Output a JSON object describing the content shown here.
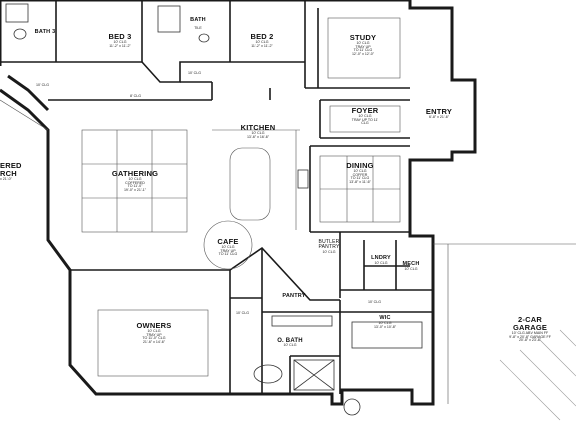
{
  "rooms": {
    "bath3": {
      "name": "BATH 3"
    },
    "bed3": {
      "name": "BED 3",
      "details": [
        "10' CLG",
        "11'-2\" x 11'-2\""
      ]
    },
    "bath2": {
      "name": "BATH",
      "note": "TILE"
    },
    "bed2": {
      "name": "BED 2",
      "details": [
        "10' CLG",
        "11'-2\" x 11'-2\""
      ]
    },
    "study": {
      "name": "STUDY",
      "details": [
        "10' CLG",
        "TRAY UP",
        "TO 11' CLG",
        "12'-0\" x 12'-0\""
      ]
    },
    "entry": {
      "name": "ENTRY",
      "details": [
        "6'-8\" x 21'-6\""
      ]
    },
    "foyer": {
      "name": "FOYER",
      "details": [
        "10' CLG",
        "TRAY UP TO 11'",
        "CLG"
      ]
    },
    "kitchen": {
      "name": "KITCHEN",
      "details": [
        "10' CLG",
        "13'-6\" x 16'-6\""
      ]
    },
    "gathering": {
      "name": "GATHERING",
      "details": [
        "10' CLG",
        "COFFERED",
        "TO 11'-0\"",
        "19'-0\" x 21'-1\""
      ]
    },
    "dining": {
      "name": "DINING",
      "details": [
        "10' CLG",
        "COFFER",
        "TO 11' CLG",
        "13'-8\" x 11'-6\""
      ]
    },
    "porch": {
      "name": "ERED",
      "name2": "RCH",
      "details": [
        "x 21'-0\""
      ]
    },
    "cafe": {
      "name": "CAFE",
      "details": [
        "10' CLG",
        "TRAY UP",
        "TO 11' CLG"
      ]
    },
    "butler": {
      "name": "BUTLER",
      "name2": "PANTRY",
      "details": [
        "10' CLG"
      ]
    },
    "laundry": {
      "name": "LNDRY",
      "details": [
        "10' CLG"
      ]
    },
    "mech": {
      "name": "MECH",
      "details": [
        "10' CLG"
      ]
    },
    "owners": {
      "name": "OWNERS",
      "details": [
        "10' CLG",
        "TRAY UP",
        "TO 11'-0\" CLG",
        "21'-6\" x 14'-6\""
      ]
    },
    "pantry": {
      "name": "PANTRY"
    },
    "obath": {
      "name": "O. BATH",
      "details": [
        "10' CLG"
      ]
    },
    "wic": {
      "name": "WIC",
      "details": [
        "10' CLG",
        "13'-0\" x 10'-8\""
      ]
    },
    "garage": {
      "name": "2-CAR",
      "name2": "GARAGE",
      "details": [
        "10' CLG ABV MAIN FF",
        "9'-8\" x 20'-8\" GARAGE FF",
        "20'-8\" x 23'-8\""
      ]
    }
  },
  "ceiling_notes": {
    "hall_left": "10' CLG",
    "hall_mid": "8' CLG",
    "closet_bed3": "10' CLG",
    "closet_owner": "10' CLG",
    "closet_wic": "10' CLG"
  },
  "colors": {
    "wall": "#1a1a1a",
    "line": "#555555",
    "hatch": "#9a9a9a",
    "background": "#ffffff"
  }
}
